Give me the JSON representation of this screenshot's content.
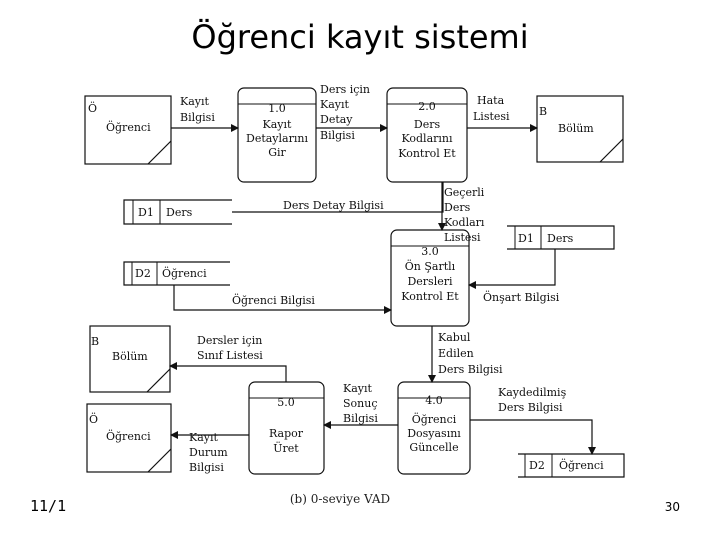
{
  "title": "Öğrenci kayıt sistemi",
  "footer": {
    "date": "11/1",
    "caption": "(b) 0-seviye VAD",
    "page": "30"
  },
  "entities": {
    "ogrenci_top": {
      "code": "Ö",
      "name": "Öğrenci"
    },
    "bolum_top": {
      "code": "B",
      "name": "Bölüm"
    },
    "bolum_mid": {
      "code": "B",
      "name": "Bölüm"
    },
    "ogrenci_bottom": {
      "code": "Ö",
      "name": "Öğrenci"
    }
  },
  "processes": {
    "p1": {
      "id": "1.0",
      "lines": [
        "Kayıt",
        "Detaylarını",
        "Gir"
      ]
    },
    "p2": {
      "id": "2.0",
      "lines": [
        "Ders",
        "Kodlarını",
        "Kontrol Et"
      ]
    },
    "p3": {
      "id": "3.0",
      "lines": [
        "Ön Şartlı",
        "Dersleri",
        "Kontrol Et"
      ]
    },
    "p4": {
      "id": "4.0",
      "lines": [
        "Öğrenci",
        "Dosyasını",
        "Güncelle"
      ]
    },
    "p5": {
      "id": "5.0",
      "lines": [
        "Rapor",
        "Üret"
      ]
    }
  },
  "stores": {
    "d1_left": {
      "id": "D1",
      "name": "Ders"
    },
    "d2_left": {
      "id": "D2",
      "name": "Öğrenci"
    },
    "d1_right": {
      "id": "D1",
      "name": "Ders"
    },
    "d2_bottom": {
      "id": "D2",
      "name": "Öğrenci"
    }
  },
  "flows": {
    "kayit_bilgisi": [
      "Kayıt",
      "Bilgisi"
    ],
    "ders_icin": [
      "Ders için",
      "Kayıt",
      "Detay",
      "Bilgisi"
    ],
    "hata_listesi": [
      "Hata",
      "Listesi"
    ],
    "ders_detay": [
      "Ders Detay Bilgisi"
    ],
    "gecerli": [
      "Geçerli",
      "Ders",
      "Kodları",
      "Listesi"
    ],
    "ogrenci_bilgisi": [
      "Öğrenci Bilgisi"
    ],
    "onsart": [
      "Önşart Bilgisi"
    ],
    "kabul": [
      "Kabul",
      "Edilen",
      "Ders Bilgisi"
    ],
    "dersler_icin": [
      "Dersler için",
      "Sınıf Listesi"
    ],
    "kayit_sonuc": [
      "Kayıt",
      "Sonuç",
      "Bilgisi"
    ],
    "kaydedilmis": [
      "Kaydedilmiş",
      "Ders Bilgisi"
    ],
    "kayit_durum": [
      "Kayıt",
      "Durum",
      "Bilgisi"
    ]
  }
}
